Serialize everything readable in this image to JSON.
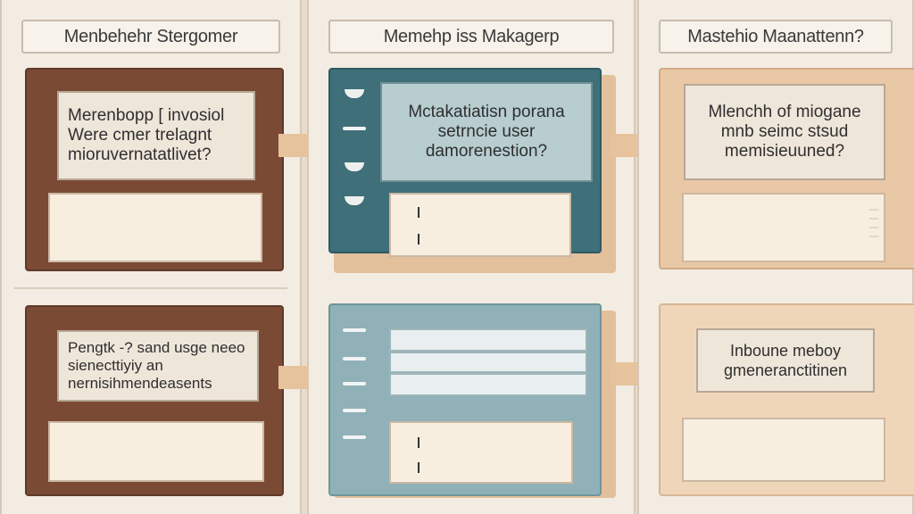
{
  "columns": [
    {
      "title": "Menbehehr Stergomer"
    },
    {
      "title": "Memehp iss Makagerp"
    },
    {
      "title": "Mastehio Maanattenn?"
    }
  ],
  "cards": {
    "c1_top_question": "Merenbopp [ invosiol Were cmer trelagnt mioruvernatatlivet?",
    "c1_bottom_question": "Pengtk -? sand usge neeo sienecttiyiy an nernisihmendeasents",
    "c2_top_question": "Mctakatiatisn porana setrncie user damorenestion?",
    "c3_top_question": "Mlenchh of miogane mnb seimc stsud memisieuuned?",
    "c3_bottom_question": "Inboune meboy gmeneranctitinen"
  },
  "colors": {
    "brown": "#7a4a35",
    "teal": "#3f6f79",
    "light_teal": "#8fb1b7",
    "tan": "#e9c8a6",
    "paper": "#f3ece2"
  },
  "icons": [
    "arrow-connector-icon",
    "text-cursor-icon",
    "list-bullet-icon"
  ]
}
